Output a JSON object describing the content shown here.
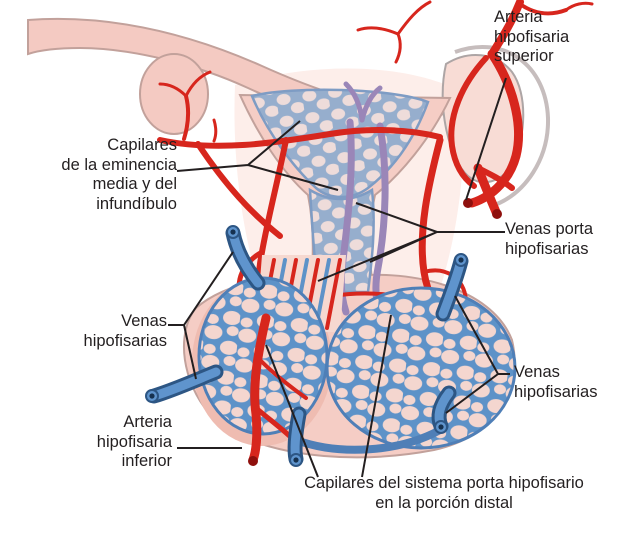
{
  "labels": {
    "superior_artery": "Arteria\nhipofisaria\nsuperior",
    "median_eminence_capillaries": "Capilares\nde la eminencia\nmedia y del\ninfundíbulo",
    "portal_veins": "Venas porta\nhipofisarias",
    "left_hypophyseal_veins": "Venas\nhipofisarias",
    "right_hypophyseal_veins": "Venas\nhipofisarias",
    "inferior_artery": "Arteria\nhipofisaria\ninferior",
    "distal_capillaries": "Capilares del sistema porta hipofisario\nen la porción distal"
  },
  "colors": {
    "artery": "#d7261d",
    "arteryDark": "#8f100d",
    "vein": "#5f94cd",
    "veinOutline": "#2d5684",
    "veinTip": "#16314f",
    "portal": "#9a86b8",
    "mesh": "#5d92c8",
    "meshCell": "#f4d6cf",
    "meshGray": "#96aecd",
    "meshGrayCell": "#eedcda",
    "tissue": "#f5cdc5",
    "tissueBand": "#f4cac2",
    "line": "#231f20",
    "text": "#231f20",
    "bg": "#ffffff"
  }
}
